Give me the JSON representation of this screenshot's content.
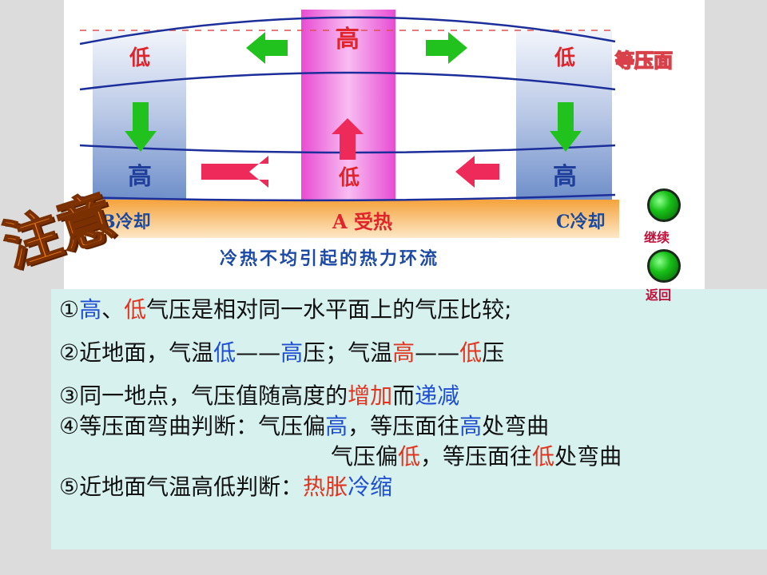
{
  "diagram": {
    "caption": "冷热不均引起的热力环流",
    "isobar_label": "等压面",
    "col_b": {
      "top": "低",
      "bottom": "高",
      "ground": "B冷却"
    },
    "col_a": {
      "top": "高",
      "bottom": "低",
      "ground": "A 受热"
    },
    "col_c": {
      "top": "低",
      "bottom": "高",
      "ground": "C冷却"
    },
    "notice": "注意",
    "buttons": {
      "continue": "继续",
      "back": "返回"
    },
    "colors": {
      "high_column": "#e84bd3",
      "low_column": "#6f8fca",
      "green_arrow": "#22c21e",
      "red_arrow": "#ee2a5a"
    }
  },
  "notes": {
    "l1": {
      "prefix": "①",
      "a": "高",
      "sep": "、",
      "b": "低",
      "rest": "气压是相对同一水平面上的气压比较;"
    },
    "l2": {
      "prefix": "②近地面，气温",
      "a": "低",
      "mid1": "——",
      "b": "高",
      "mid2": "压；气温",
      "c": "高",
      "mid3": "——",
      "d": "低",
      "end": "压"
    },
    "l3": {
      "prefix": "③同一地点，气压值随高度的",
      "a": "增加",
      "mid": "而",
      "b": "递减"
    },
    "l4": {
      "prefix": "④等压面弯曲判断：气压偏",
      "a": "高",
      "mid": "，等压面往",
      "b": "高",
      "end": "处弯曲"
    },
    "l4b": {
      "prefix": "气压偏",
      "a": "低",
      "mid": "，等压面往",
      "b": "低",
      "end": "处弯曲"
    },
    "l5": {
      "prefix": "⑤近地面气温高低判断：",
      "a": "热胀",
      "b": "冷缩"
    }
  }
}
